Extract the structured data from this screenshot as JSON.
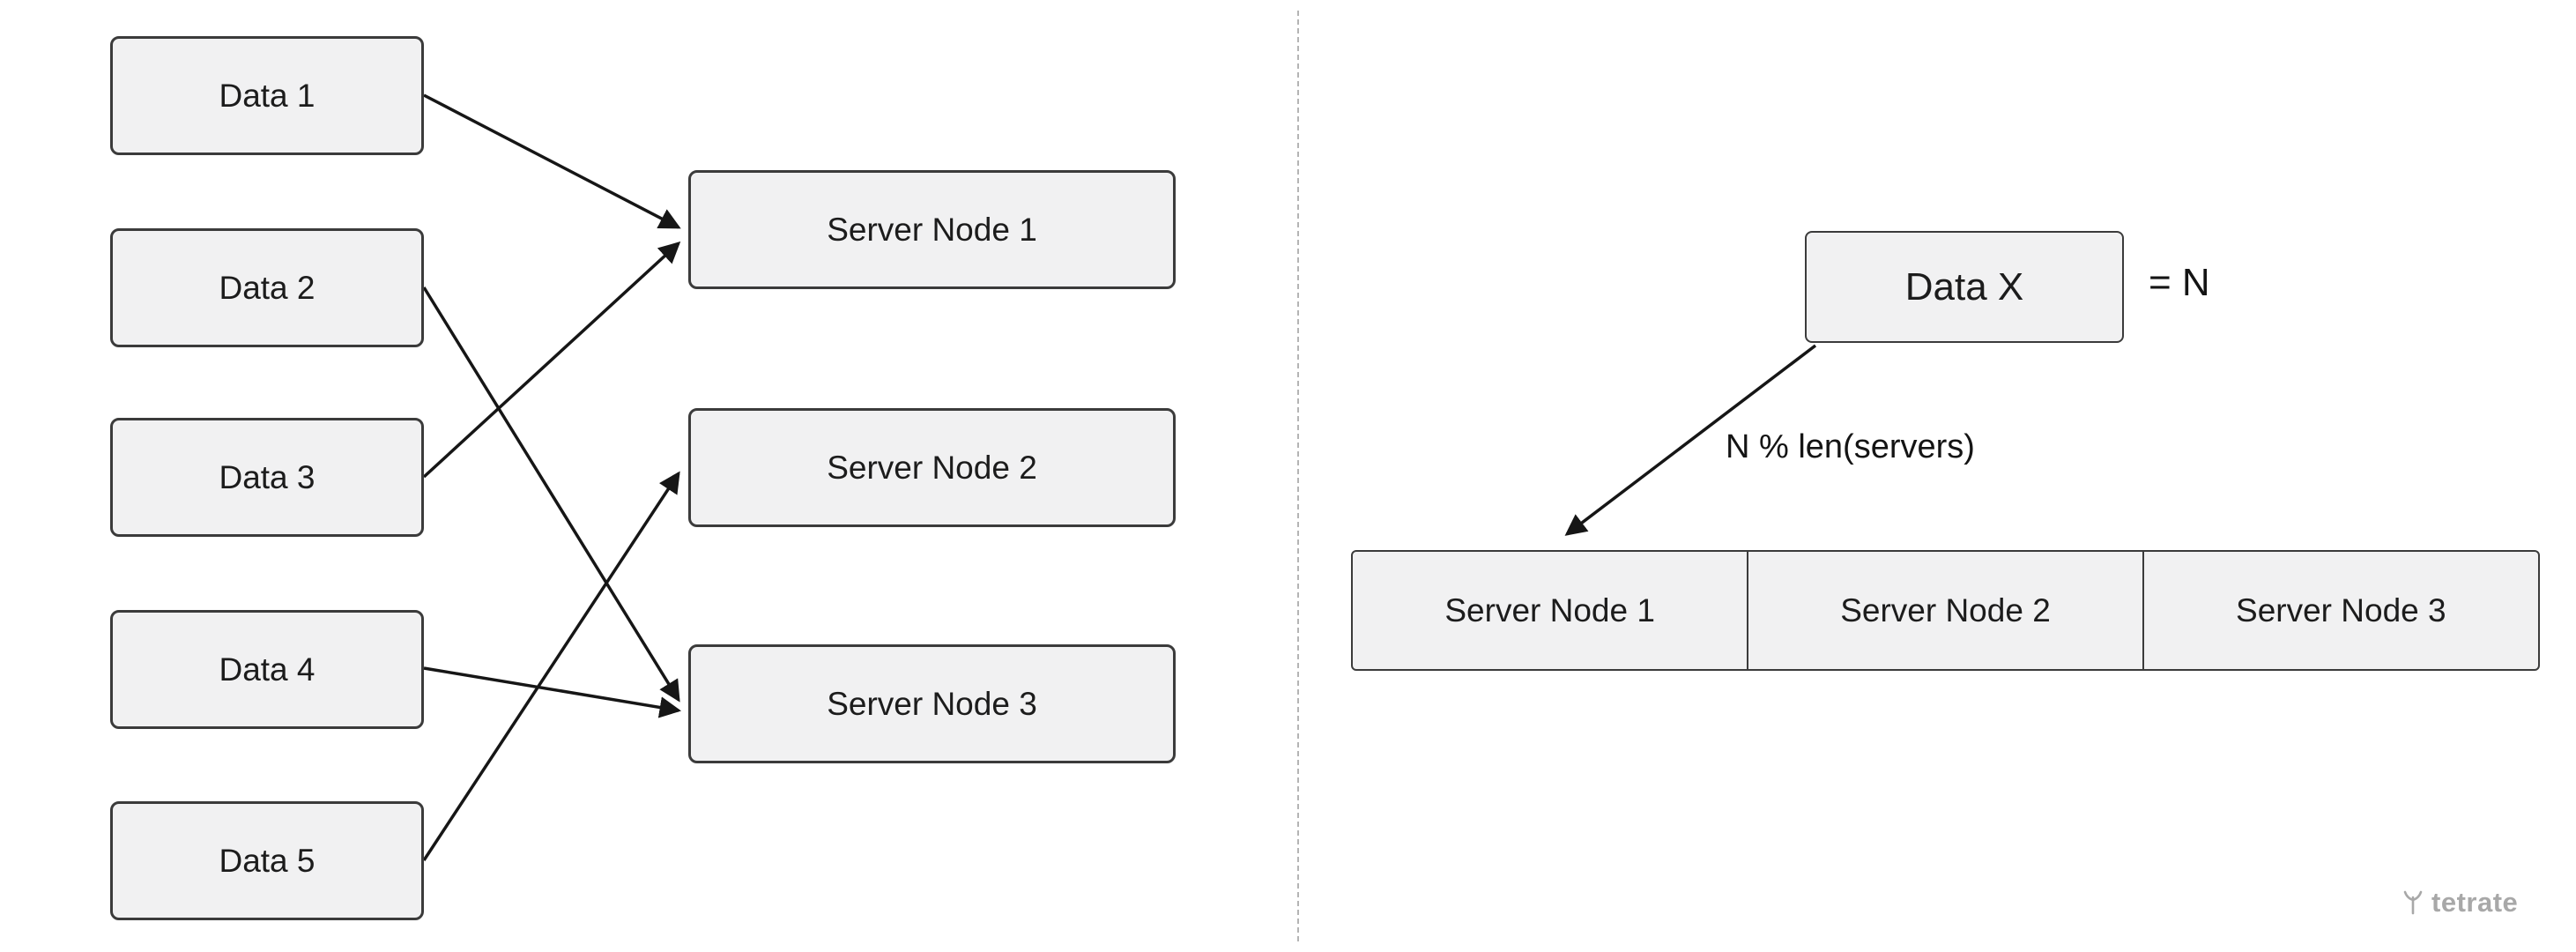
{
  "left_diagram": {
    "data_nodes": [
      "Data 1",
      "Data 2",
      "Data 3",
      "Data 4",
      "Data 5"
    ],
    "server_nodes": [
      "Server Node 1",
      "Server Node 2",
      "Server Node 3"
    ],
    "edges": [
      {
        "from": "Data 1",
        "to": "Server Node 1"
      },
      {
        "from": "Data 2",
        "to": "Server Node 3"
      },
      {
        "from": "Data 3",
        "to": "Server Node 1"
      },
      {
        "from": "Data 4",
        "to": "Server Node 3"
      },
      {
        "from": "Data 5",
        "to": "Server Node 2"
      }
    ]
  },
  "right_diagram": {
    "data_node": "Data X",
    "equals_label": "= N",
    "arrow_label": "N % len(servers)",
    "server_cells": [
      "Server Node 1",
      "Server Node 2",
      "Server Node 3"
    ]
  },
  "branding": {
    "logo_text": "tetrate"
  },
  "colors": {
    "box_fill": "#f1f1f2",
    "box_border": "#3b3b3b",
    "arrow": "#161616",
    "divider": "#b4b4b4",
    "brand_gray": "#a8a8a8",
    "text": "#1c1c1c"
  }
}
